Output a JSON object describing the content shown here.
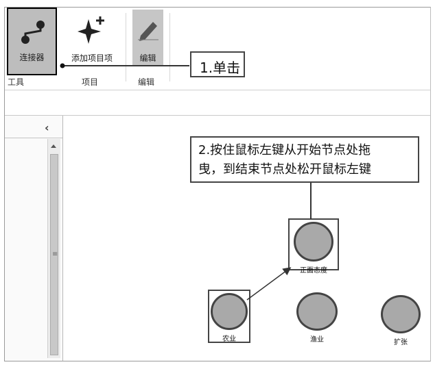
{
  "ribbon": {
    "connector_label": "连接器",
    "add_item_label": "添加项目项",
    "edit_label": "编辑",
    "groups": {
      "tools": "工具",
      "items": "项目",
      "edit": "编辑"
    }
  },
  "callouts": {
    "step1": "1.单击",
    "step2_line1": "2.按住鼠标左键从开始节点处拖",
    "step2_line2": "曳，到结束节点处松开鼠标左键"
  },
  "nodes": [
    {
      "label": "正面态度"
    },
    {
      "label": "农业"
    },
    {
      "label": "渔业"
    },
    {
      "label": "扩张"
    }
  ],
  "panel": {
    "collapse_glyph": "‹",
    "scroll_grip": "≡"
  },
  "colors": {
    "node_fill": "#a9a9a9",
    "button_active": "#bdbdbd",
    "outline": "#444444"
  }
}
